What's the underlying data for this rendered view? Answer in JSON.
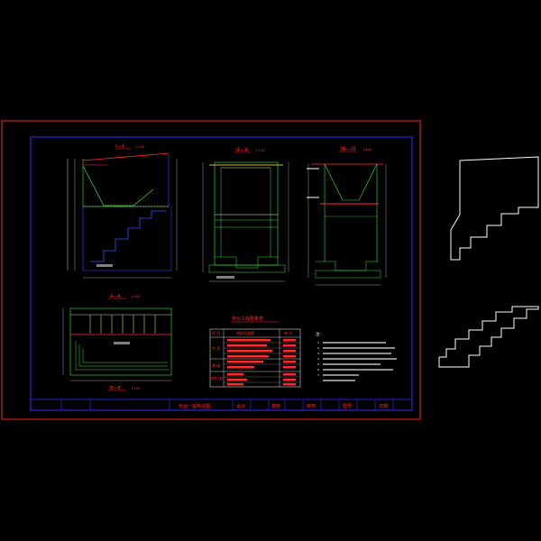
{
  "drawing": {
    "views": {
      "section_1": {
        "title": "I—I",
        "scale": "1:100"
      },
      "section_2": {
        "title": "II—II",
        "scale": "1:100"
      },
      "section_3": {
        "title": "III—III",
        "scale": "1:100"
      },
      "plan_a": {
        "title": "A—A",
        "scale": "1:100"
      },
      "plan_b": {
        "title": "B—B",
        "scale": "1:100"
      }
    },
    "table": {
      "title": "桥台工程数量表",
      "header": [
        "项 目",
        "材料及规格",
        "单 位"
      ],
      "groups": [
        "台 身",
        "基 础",
        "附属工程"
      ]
    },
    "notes": {
      "heading": "注:",
      "lines": [
        "1.",
        "2.",
        "3.",
        "4.",
        "5.",
        "6.",
        "7."
      ]
    },
    "title_block": {
      "drawing_name": "桥台一般构造图",
      "design": "设计",
      "review": "复核",
      "approve": "审核",
      "sheet_no": "图号",
      "date": "日期"
    }
  }
}
